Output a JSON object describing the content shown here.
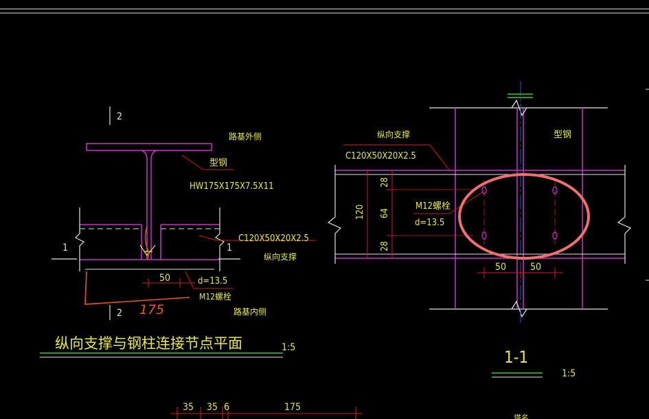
{
  "left_detail": {
    "section_mark_top": "2",
    "section_mark_bottom": "2",
    "side_mark_left": "1",
    "side_mark_right": "1",
    "roadbed_outer": "路基外侧",
    "roadbed_inner": "路基内侧",
    "steel_label": "型钢",
    "steel_spec": "HW175X175X7.5X11",
    "channel_spec": "C120X50X20X2.5",
    "brace_label": "纵向支撑",
    "dim_50": "50",
    "hole_d": "d=13.5",
    "bolt_label": "M12螺栓",
    "handwritten_175": "175",
    "title": "纵向支撑与钢柱连接节点平面",
    "scale": "1:5"
  },
  "right_detail": {
    "brace_label": "纵向支撑",
    "channel_spec": "C120X50X20X2.5",
    "steel_label": "型钢",
    "dim_120": "120",
    "dim_28_top": "28",
    "dim_64": "64",
    "dim_28_bottom": "28",
    "bolt_label": "M12螺栓",
    "hole_d": "d=13.5",
    "dim_50_left": "50",
    "dim_50_right": "50",
    "section_title": "1-1",
    "scale": "1:5"
  },
  "bottom_dims": {
    "d1": "35",
    "d2": "35",
    "d3": "6",
    "d4": "175",
    "partial_text": "塔名"
  },
  "colors": {
    "background": "#000000",
    "white_line": "#e6e6e6",
    "magenta": "#cc33cc",
    "red_dim": "#d42020",
    "yellow_text": "#e8e84a",
    "green": "#3cc83c",
    "highlight_ellipse": "#f07070",
    "handwritten": "#e85a1a"
  }
}
